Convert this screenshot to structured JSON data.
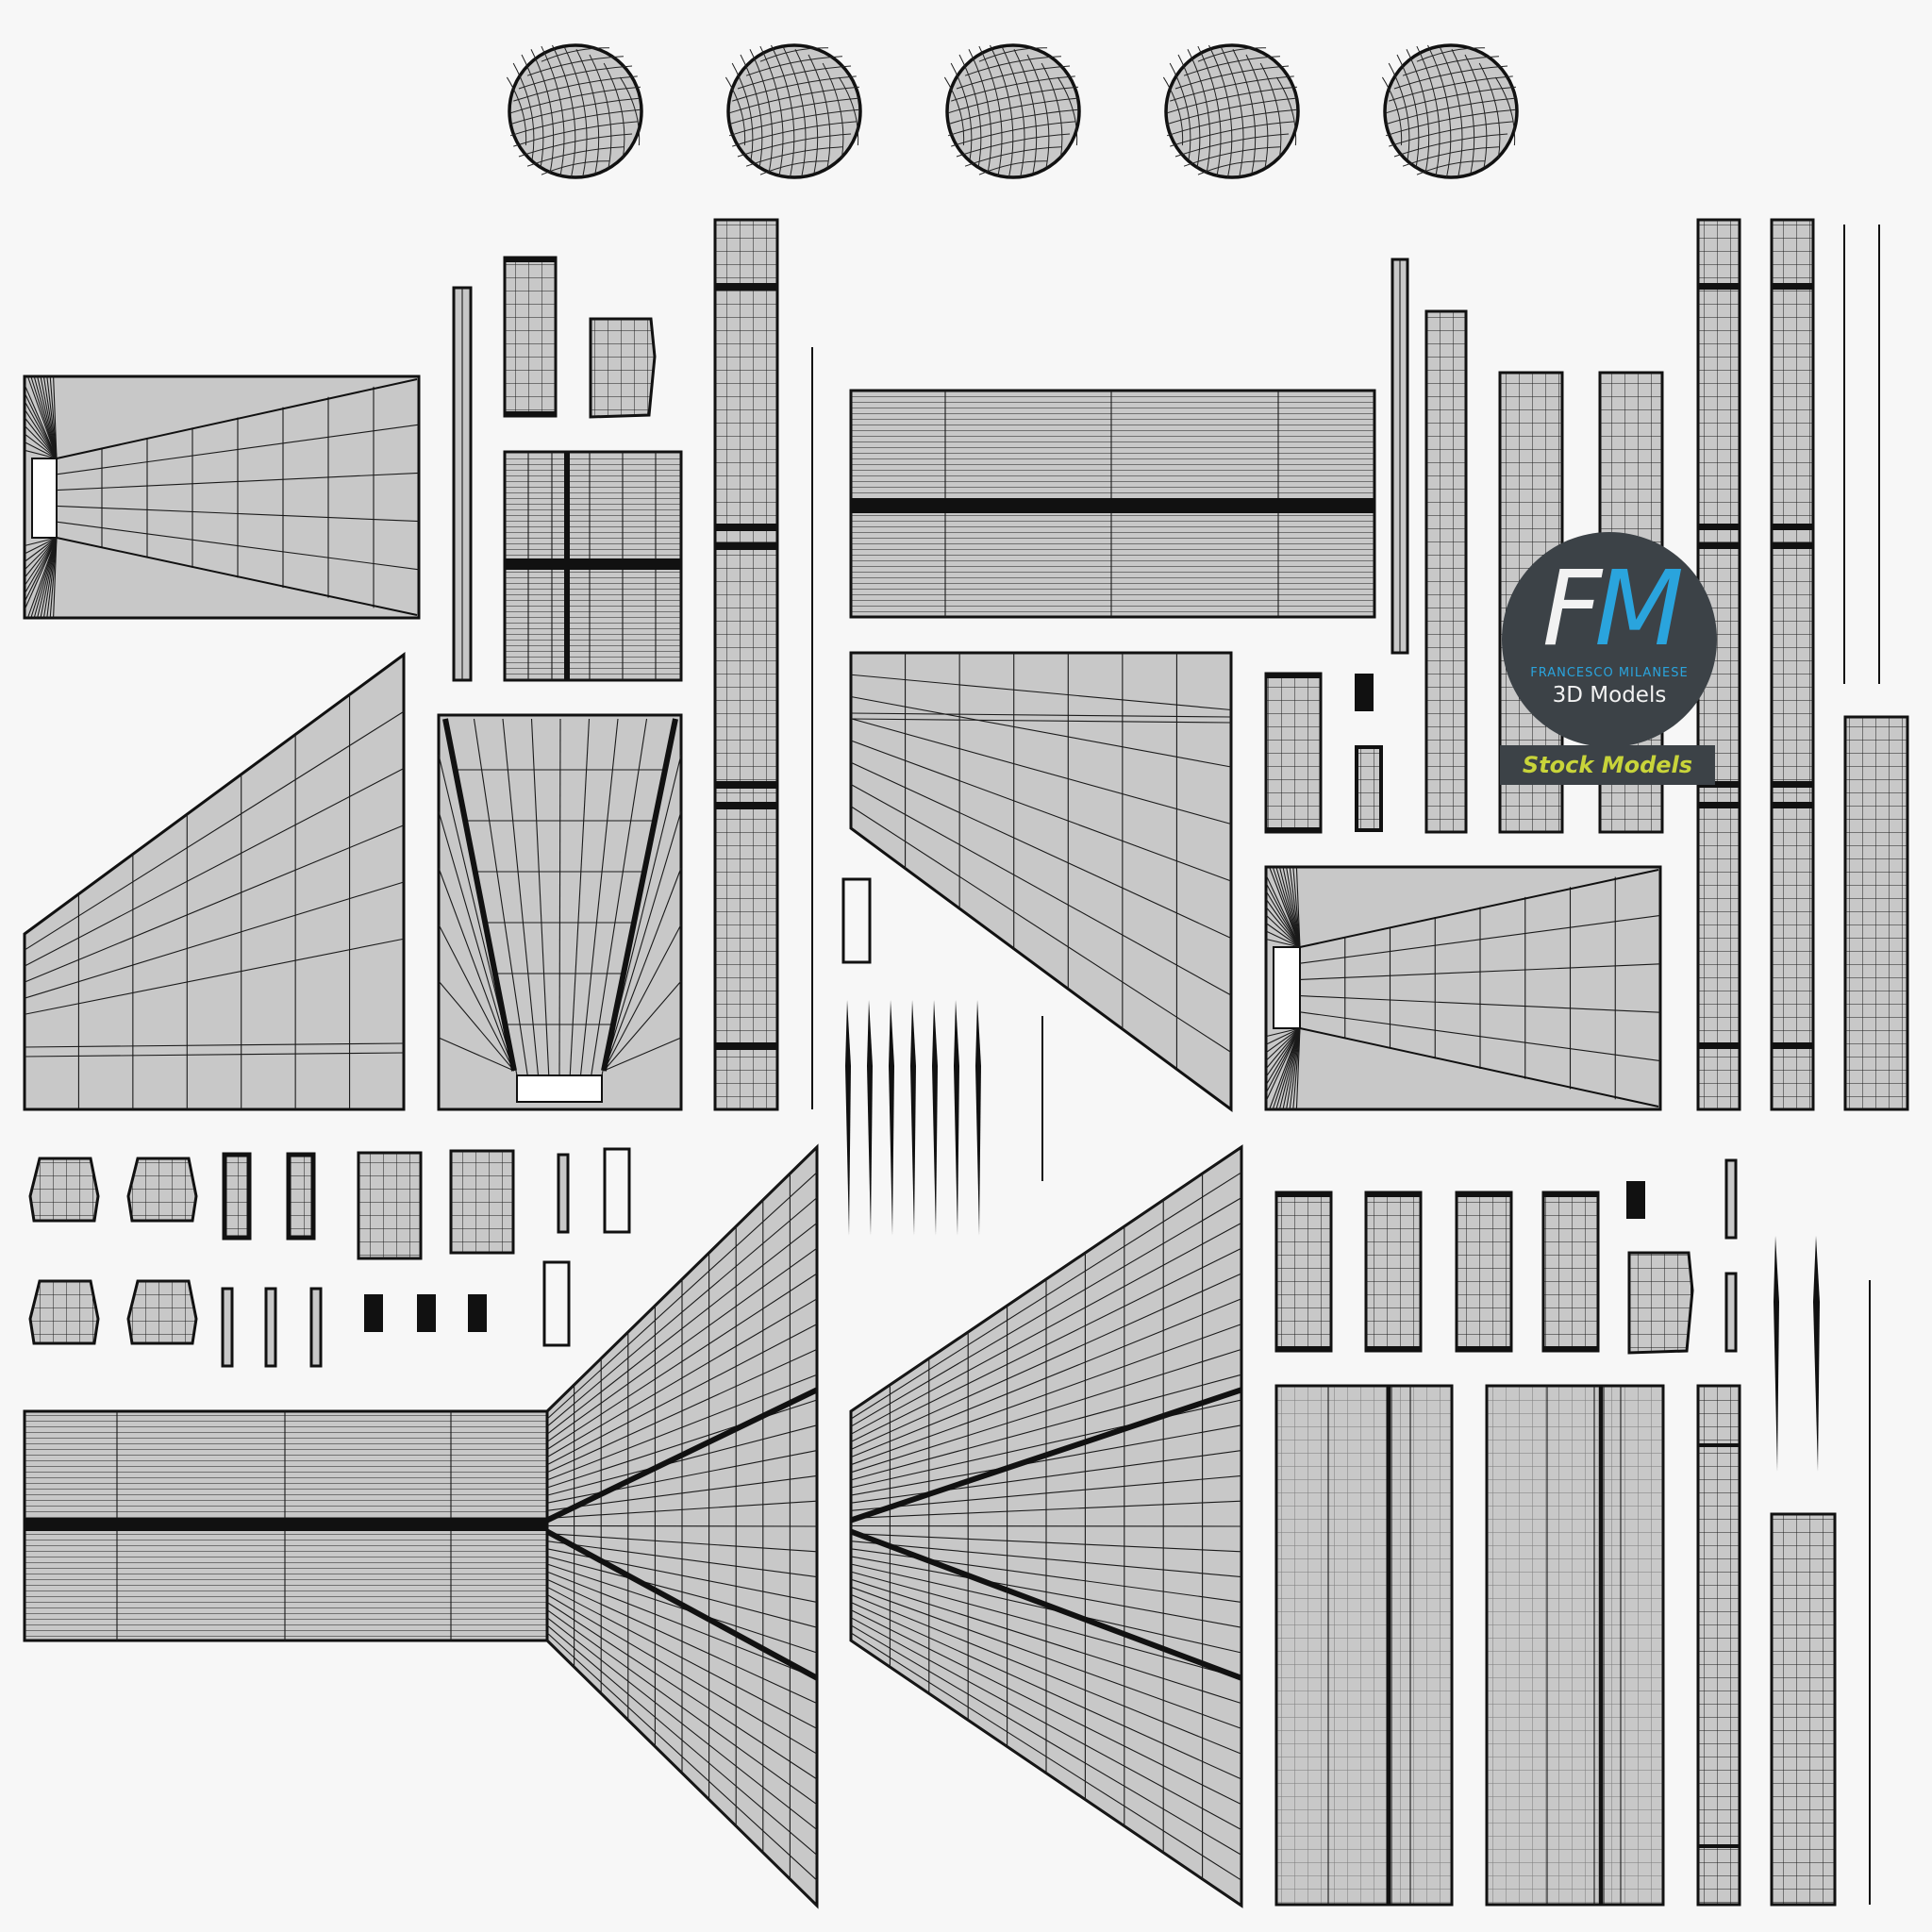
{
  "logo": {
    "initial_f": "F",
    "initial_m": "M",
    "author": "FRANCESCO MILANESE",
    "subtitle": "3D Models",
    "badge": "Stock Models"
  },
  "colors": {
    "background": "#f7f7f7",
    "island_fill": "#c8c8c8",
    "wire": "#1a1a1a",
    "logo_bg": "#3c4247",
    "logo_accent": "#2aa4dd",
    "badge_text": "#c8d43a"
  },
  "uv_layout": {
    "sphere_count": 5,
    "description_shown": false
  }
}
